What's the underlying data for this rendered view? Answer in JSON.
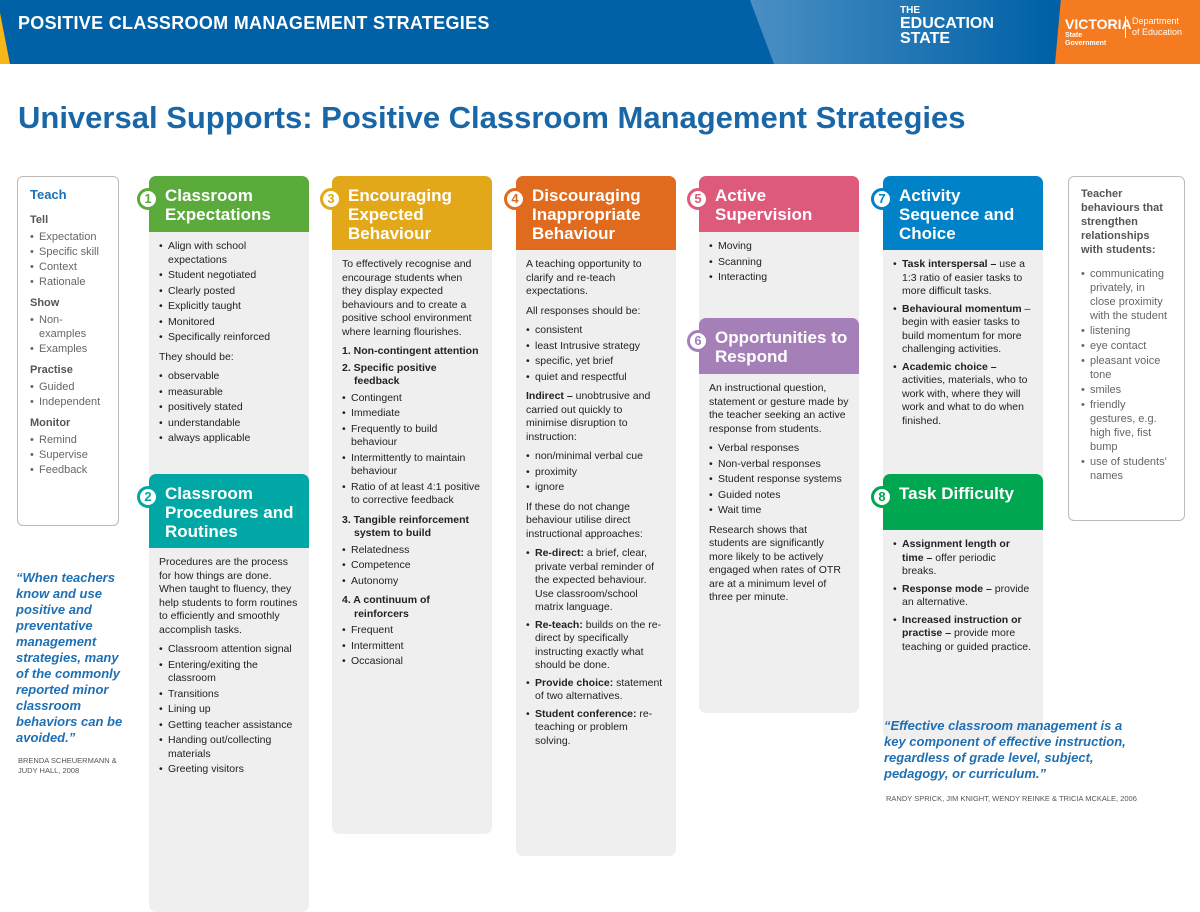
{
  "banner": {
    "title": "POSITIVE CLASSROOM MANAGEMENT STRATEGIES",
    "logo_the": "THE",
    "logo_education": "EDUCATION",
    "logo_state": "STATE",
    "victoria": "VICTORIA",
    "state_gov": "State",
    "state_gov2": "Government",
    "dept1": "Department",
    "dept2": "of Education"
  },
  "page_title": "Universal Supports: Positive Classroom Management Strategies",
  "teach": {
    "title": "Teach",
    "groups": [
      {
        "label": "Tell",
        "items": [
          "Expectation",
          "Specific skill",
          "Context",
          "Rationale"
        ]
      },
      {
        "label": "Show",
        "items": [
          "Non-examples",
          "Examples"
        ]
      },
      {
        "label": "Practise",
        "items": [
          "Guided",
          "Independent"
        ]
      },
      {
        "label": "Monitor",
        "items": [
          "Remind",
          "Supervise",
          "Feedback"
        ]
      }
    ]
  },
  "relationships": {
    "title": "Teacher behaviours that strengthen relationships with students:",
    "items": [
      "communicating privately, in close proximity with the student",
      "listening",
      "eye contact",
      "pleasant voice tone",
      "smiles",
      "friendly gestures, e.g. high five, fist bump",
      "use of students' names"
    ]
  },
  "colors": {
    "c1": "#5aaa3c",
    "c2": "#00a7a5",
    "c3": "#e3a81a",
    "c4": "#e06a1e",
    "c5": "#de5a7b",
    "c6": "#a57fb8",
    "c7": "#0082c8",
    "c8": "#00a650"
  },
  "cards": [
    {
      "num": "1",
      "title": "Classroom Expectations",
      "blocks": [
        {
          "ul": [
            "Align with school expectations",
            "Student negotiated",
            "Clearly posted",
            "Explicitly taught",
            "Monitored",
            "Specifically reinforced"
          ]
        },
        {
          "p": "They should be:"
        },
        {
          "ul": [
            "observable",
            "measurable",
            "positively stated",
            "understandable",
            "always applicable"
          ]
        }
      ]
    },
    {
      "num": "2",
      "title": "Classroom Procedures and Routines",
      "blocks": [
        {
          "p": "Procedures are the process for how things are done. When taught to fluency, they help students to form routines to efficiently and smoothly accomplish tasks."
        },
        {
          "ul": [
            "Classroom attention signal",
            "Entering/exiting the classroom",
            "Transitions",
            "Lining up",
            "Getting teacher assistance",
            "Handing out/collecting materials",
            "Greeting visitors"
          ]
        }
      ]
    },
    {
      "num": "3",
      "title": "Encouraging Expected Behaviour",
      "blocks": [
        {
          "p": "To effectively recognise and encourage students when they display expected behaviours and to create a positive school environment where learning flourishes."
        },
        {
          "ol": "1. Non-contingent attention"
        },
        {
          "ol": "2. Specific positive feedback"
        },
        {
          "ul": [
            "Contingent",
            "Immediate",
            "Frequently to build behaviour",
            "Intermittently to maintain behaviour",
            "Ratio of at least 4:1 positive to corrective feedback"
          ]
        },
        {
          "ol": "3. Tangible reinforcement system to build"
        },
        {
          "ul": [
            "Relatedness",
            "Competence",
            "Autonomy"
          ]
        },
        {
          "ol": "4. A continuum of reinforcers"
        },
        {
          "ul": [
            "Frequent",
            "Intermittent",
            "Occasional"
          ]
        }
      ]
    },
    {
      "num": "4",
      "title": "Discouraging Inappropriate Behaviour",
      "blocks": [
        {
          "p": "A teaching opportunity to clarify and re-teach expectations."
        },
        {
          "p": "All responses should be:"
        },
        {
          "ul": [
            "consistent",
            "least Intrusive strategy",
            "specific, yet brief",
            "quiet and respectful"
          ]
        },
        {
          "pb": "Indirect –",
          "p": " unobtrusive and carried out quickly to minimise disruption to instruction:"
        },
        {
          "ul": [
            "non/minimal verbal cue",
            "proximity",
            "ignore"
          ]
        },
        {
          "p": "If these do not change behaviour utilise direct instructional approaches:"
        },
        {
          "ulb": [
            [
              "Re-direct:",
              " a brief, clear, private verbal reminder of the expected behaviour. Use classroom/school matrix language."
            ],
            [
              "Re-teach:",
              " builds on the re-direct by specifically instructing exactly what should be done."
            ],
            [
              "Provide choice:",
              " statement of two alternatives."
            ],
            [
              "Student conference:",
              " re-teaching or problem solving."
            ]
          ]
        }
      ]
    },
    {
      "num": "5",
      "title": "Active Supervision",
      "blocks": [
        {
          "ul": [
            "Moving",
            "Scanning",
            "Interacting"
          ]
        }
      ]
    },
    {
      "num": "6",
      "title": "Opportunities to Respond",
      "blocks": [
        {
          "p": "An instructional question, statement or gesture made by the teacher seeking an active response from students."
        },
        {
          "ul": [
            "Verbal responses",
            "Non-verbal responses",
            "Student response systems",
            "Guided notes",
            "Wait time"
          ]
        },
        {
          "p": "Research shows that students are significantly more likely to be actively engaged when rates of OTR are at a minimum level of three per minute."
        }
      ]
    },
    {
      "num": "7",
      "title": "Activity Sequence and Choice",
      "blocks": [
        {
          "ulb": [
            [
              "Task interspersal –",
              " use a 1:3 ratio of easier tasks to more difficult tasks."
            ],
            [
              "Behavioural momentum",
              " – begin with easier tasks to build momentum for more challenging activities."
            ],
            [
              "Academic choice –",
              " activities, materials, who to work with, where they will work and what to do when finished."
            ]
          ]
        }
      ]
    },
    {
      "num": "8",
      "title": "Task Difficulty",
      "blocks": [
        {
          "ulb": [
            [
              "Assignment length or time –",
              " offer periodic breaks."
            ],
            [
              "Response mode –",
              " provide an alternative."
            ],
            [
              "Increased instruction or practise –",
              " provide more teaching or guided practice."
            ]
          ]
        }
      ]
    }
  ],
  "quote1": {
    "text": "“When teachers know and use positive and preventative management strategies, many of the commonly reported minor classroom behaviors can be avoided.”",
    "cite": "BRENDA SCHEUERMANN & JUDY HALL, 2008"
  },
  "quote2": {
    "text": "“Effective classroom management is a key component of effective instruction, regardless of grade level, subject, pedagogy, or curriculum.”",
    "cite": "RANDY SPRICK, JIM KNIGHT, WENDY REINKE & TRICIA MCKALE, 2006"
  }
}
